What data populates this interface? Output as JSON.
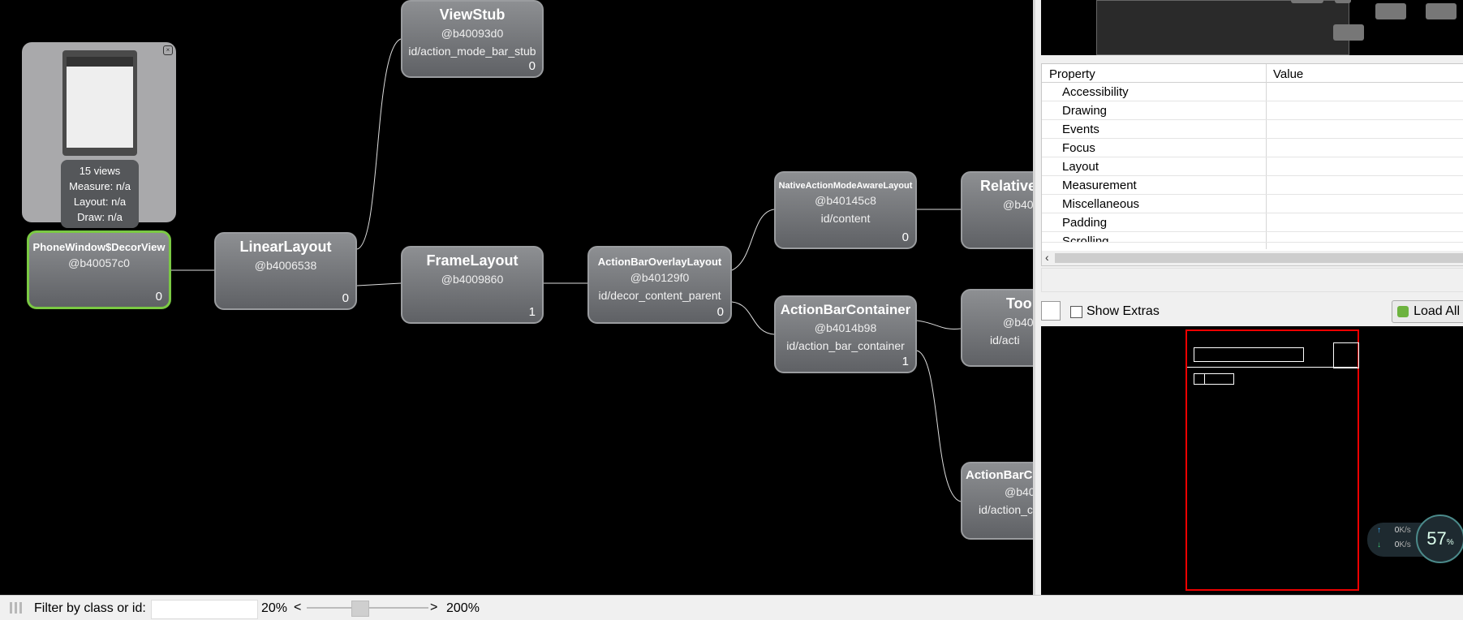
{
  "tree": {
    "nodes": [
      {
        "key": "decor",
        "name": "PhoneWindow$DecorView",
        "address": "@b40057c0",
        "id": "",
        "count": "0"
      },
      {
        "key": "linear",
        "name": "LinearLayout",
        "address": "@b4006538",
        "id": "",
        "count": "0"
      },
      {
        "key": "viewstub",
        "name": "ViewStub",
        "address": "@b40093d0",
        "id": "id/action_mode_bar_stub",
        "count": "0"
      },
      {
        "key": "frame",
        "name": "FrameLayout",
        "address": "@b4009860",
        "id": "",
        "count": "1"
      },
      {
        "key": "overlay",
        "name": "ActionBarOverlayLayout",
        "address": "@b40129f0",
        "id": "id/decor_content_parent",
        "count": "0"
      },
      {
        "key": "native",
        "name": "NativeActionModeAwareLayout",
        "address": "@b40145c8",
        "id": "id/content",
        "count": "0"
      },
      {
        "key": "container",
        "name": "ActionBarContainer",
        "address": "@b4014b98",
        "id": "id/action_bar_container",
        "count": "1"
      },
      {
        "key": "relative",
        "name": "Relative",
        "address": "@b40",
        "id": "",
        "count": ""
      },
      {
        "key": "toolbar",
        "name": "Too",
        "address": "@b40",
        "id": "id/acti",
        "count": ""
      },
      {
        "key": "actionbarc",
        "name": "ActionBarC",
        "address": "@b40",
        "id": "id/action_c",
        "count": ""
      }
    ],
    "selected": "PhoneWindow$DecorView"
  },
  "preview": {
    "views": "15 views",
    "measure": "Measure: n/a",
    "layout": "Layout: n/a",
    "draw": "Draw: n/a"
  },
  "properties": {
    "header": {
      "property": "Property",
      "value": "Value"
    },
    "rows": [
      "Accessibility",
      "Drawing",
      "Events",
      "Focus",
      "Layout",
      "Measurement",
      "Miscellaneous",
      "Padding",
      "Scrolling"
    ]
  },
  "toolbar": {
    "show_extras": "Show Extras",
    "load_all": "Load All"
  },
  "speed": {
    "up": "0",
    "down": "0",
    "unit": "K/s",
    "percent": "57",
    "percent_unit": "%"
  },
  "statusbar": {
    "filter_label": "Filter by class or id:",
    "filter_value": "",
    "zoom_min": "20%",
    "zoom_max": "200%",
    "zoom_left": "<",
    "zoom_right": ">"
  },
  "colors": {
    "selected_border": "#7ac943",
    "layout_frame": "#e00000",
    "canvas_bg": "#000000"
  }
}
